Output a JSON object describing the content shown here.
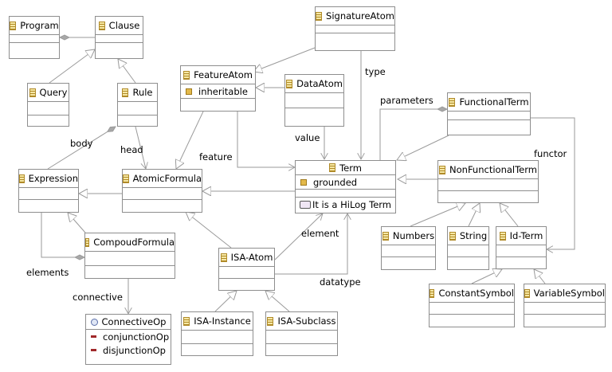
{
  "classes": {
    "program": {
      "name": "Program"
    },
    "clause": {
      "name": "Clause"
    },
    "signature_atom": {
      "name": "SignatureAtom"
    },
    "feature_atom": {
      "name": "FeatureAtom",
      "attribute": "inheritable"
    },
    "data_atom": {
      "name": "DataAtom"
    },
    "query": {
      "name": "Query"
    },
    "rule": {
      "name": "Rule"
    },
    "functional_term": {
      "name": "FunctionalTerm"
    },
    "expression": {
      "name": "Expression"
    },
    "atomic_formula": {
      "name": "AtomicFormula"
    },
    "term": {
      "name": "Term",
      "attribute": "grounded",
      "note": "It is a HiLog Term"
    },
    "non_functional_term": {
      "name": "NonFunctionalTerm"
    },
    "numbers": {
      "name": "Numbers"
    },
    "string": {
      "name": "String"
    },
    "id_term": {
      "name": "Id-Term"
    },
    "compound_formula": {
      "name": "CompoudFormula"
    },
    "isa_atom": {
      "name": "ISA-Atom"
    },
    "constant_symbol": {
      "name": "ConstantSymbol"
    },
    "variable_symbol": {
      "name": "VariableSymbol"
    },
    "connective_op": {
      "name": "ConnectiveOp",
      "literals": [
        "conjunctionOp",
        "disjunctionOp"
      ]
    },
    "isa_instance": {
      "name": "ISA-Instance"
    },
    "isa_subclass": {
      "name": "ISA-Subclass"
    }
  },
  "labels": {
    "type": "type",
    "parameters": "parameters",
    "functor": "functor",
    "body": "body",
    "head": "head",
    "feature": "feature",
    "value": "value",
    "element": "element",
    "elements": "elements",
    "datatype": "datatype",
    "connective": "connective"
  },
  "colors": {
    "line": "#9a9a9a",
    "border": "#8e8e8e",
    "background": "#ffffff"
  }
}
